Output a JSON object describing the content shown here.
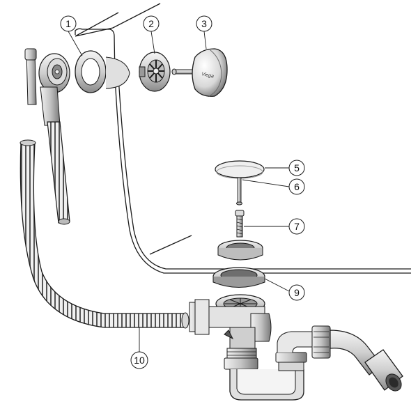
{
  "diagram": {
    "type": "exploded-parts-drawing",
    "subject": "bathtub waste and overflow assembly",
    "callouts": [
      {
        "id": "1",
        "label": "1"
      },
      {
        "id": "2",
        "label": "2"
      },
      {
        "id": "3",
        "label": "3"
      },
      {
        "id": "5",
        "label": "5"
      },
      {
        "id": "6",
        "label": "6"
      },
      {
        "id": "7",
        "label": "7"
      },
      {
        "id": "9",
        "label": "9"
      },
      {
        "id": "10",
        "label": "10"
      }
    ],
    "brand_stamp": "Viega"
  },
  "colors": {
    "ink": "#1a1a1a",
    "metal_light": "#e6e6e6",
    "metal_mid": "#b8b8b8",
    "metal_dark": "#6e6e6e",
    "paper": "#ffffff"
  }
}
